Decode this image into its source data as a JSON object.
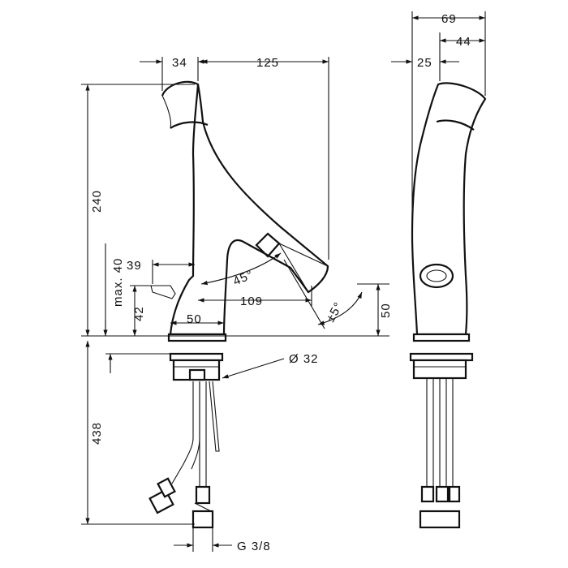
{
  "dimensions": {
    "w_34": "34",
    "w_125": "125",
    "h_240": "240",
    "h_max40": "max. 40",
    "w_39": "39",
    "h_42": "42",
    "angle_45": "45°",
    "w_109": "109",
    "angle_pm5": "±5°",
    "w_50": "50",
    "h_50": "50",
    "dia_32": "Ø 32",
    "h_438": "438",
    "thread": "G 3/8",
    "w_69": "69",
    "w_25": "25",
    "w_44": "44"
  }
}
